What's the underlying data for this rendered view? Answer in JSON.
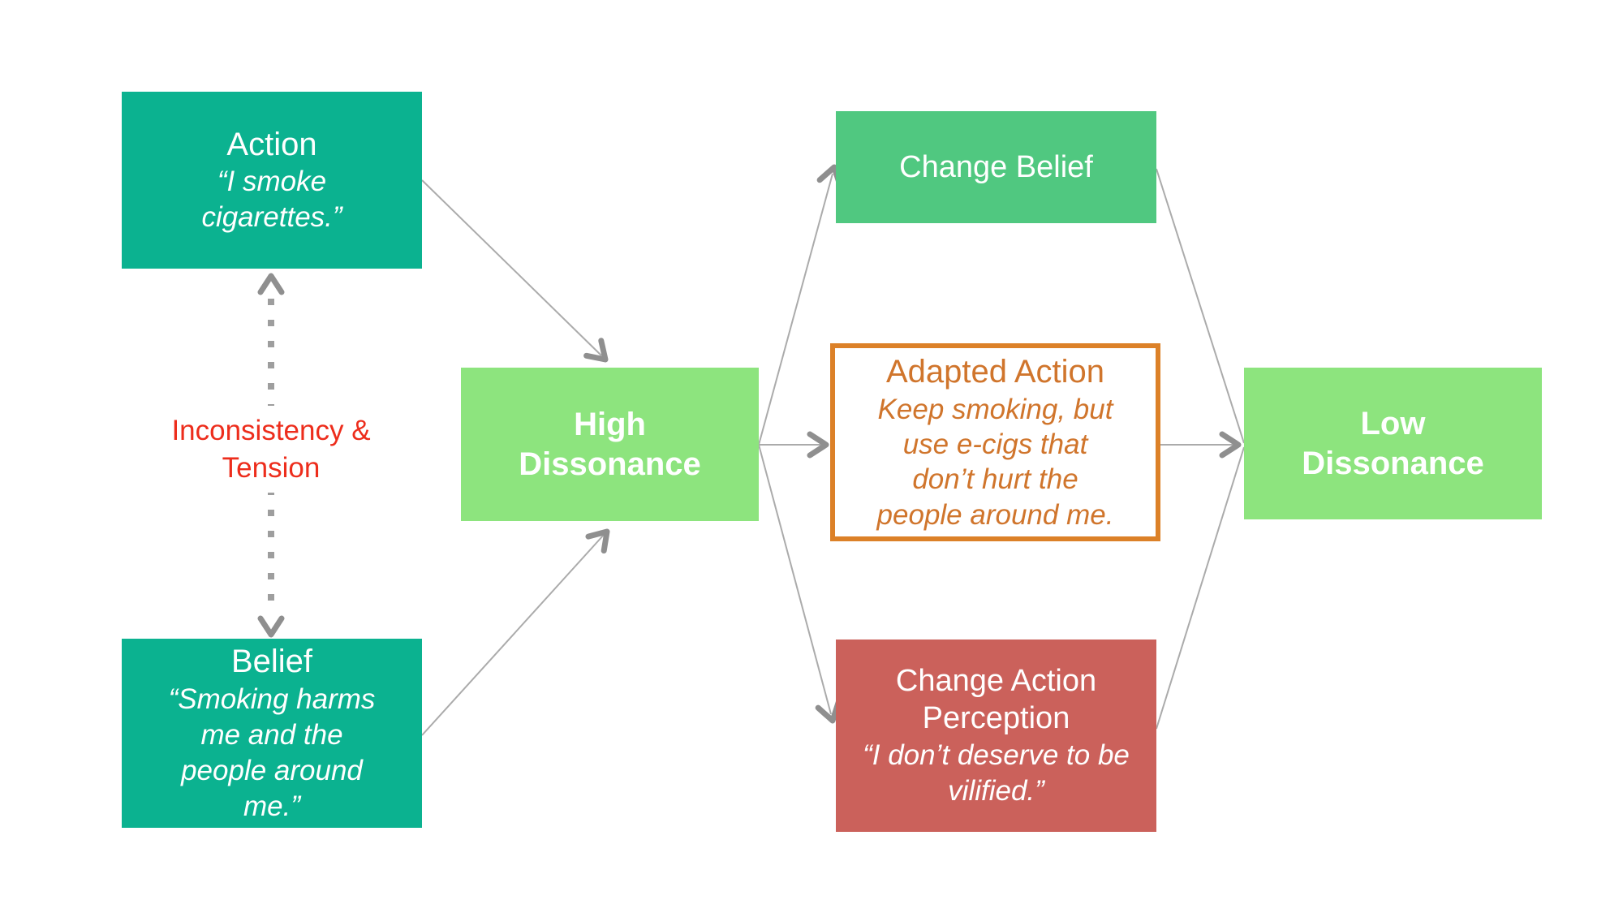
{
  "slide": {
    "background": "#FFFFFF"
  },
  "colors": {
    "teal_box": "#0BB290",
    "light_green_box": "#8DE47E",
    "medium_green_box": "#50C880",
    "brick_red_box": "#CB615B",
    "orange_border": "#DC8128",
    "orange_text": "#D0752C",
    "red_label_text": "#ED2D1C",
    "connector_line": "#ABABAB",
    "arrowhead": "#8F8F8F",
    "dotted_line": "#9E9E9E",
    "box_text": "#FFFFFF"
  },
  "boxes": {
    "action": {
      "title": "Action",
      "quote": "“I smoke cigarettes.”"
    },
    "belief": {
      "title": "Belief",
      "quote": "“Smoking harms me and the people around me.”"
    },
    "high_dissonance": {
      "title": "High Dissonance"
    },
    "change_belief": {
      "title": "Change Belief"
    },
    "adapted_action": {
      "title": "Adapted Action",
      "quote": "Keep smoking, but use e-cigs that don’t hurt the people around me."
    },
    "change_action_perception": {
      "title": "Change Action Perception",
      "quote": "“I don’t deserve to be vilified.”"
    },
    "low_dissonance": {
      "title": "Low Dissonance"
    }
  },
  "labels": {
    "inconsistency_tension": "Inconsistency & Tension"
  },
  "connectors": [
    {
      "name": "inconsistency-double-arrow",
      "from": "action",
      "to": "belief",
      "style": "dotted, arrowheads both ends"
    },
    {
      "name": "arrow-action-to-high-dissonance",
      "from": "action",
      "to": "high_dissonance",
      "style": "solid, arrowhead"
    },
    {
      "name": "arrow-belief-to-high-dissonance",
      "from": "belief",
      "to": "high_dissonance",
      "style": "solid, arrowhead"
    },
    {
      "name": "arrow-high-to-change-belief",
      "from": "high_dissonance",
      "to": "change_belief",
      "style": "solid, arrowhead"
    },
    {
      "name": "arrow-high-to-adapted-action",
      "from": "high_dissonance",
      "to": "adapted_action",
      "style": "solid, arrowhead"
    },
    {
      "name": "arrow-high-to-change-action-perception",
      "from": "high_dissonance",
      "to": "change_action_perception",
      "style": "solid, arrowhead"
    },
    {
      "name": "line-change-belief-to-low-dissonance",
      "from": "change_belief",
      "to": "low_dissonance",
      "style": "solid, no arrowhead"
    },
    {
      "name": "arrow-adapted-action-to-low-dissonance",
      "from": "adapted_action",
      "to": "low_dissonance",
      "style": "solid, arrowhead"
    },
    {
      "name": "line-change-action-perception-to-low-dissonance",
      "from": "change_action_perception",
      "to": "low_dissonance",
      "style": "solid, no arrowhead"
    }
  ]
}
